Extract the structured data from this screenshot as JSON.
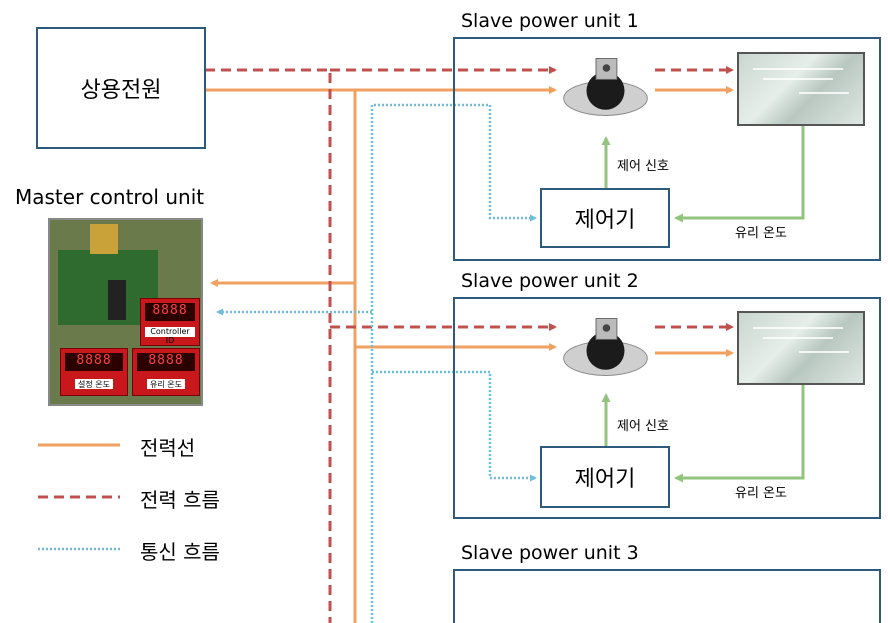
{
  "power_source": {
    "label": "상용전원"
  },
  "master": {
    "title": "Master control unit",
    "seg_top": "8888",
    "seg_controller_label": "Controller ID",
    "seg_left": "8888",
    "seg_right": "8888",
    "sticker_left": "설정 온도",
    "sticker_right": "유리 온도"
  },
  "units": [
    {
      "title": "Slave power unit 1",
      "controller": "제어기",
      "signal": "제어 신호",
      "glass_temp": "유리 온도"
    },
    {
      "title": "Slave power unit 2",
      "controller": "제어기",
      "signal": "제어 신호",
      "glass_temp": "유리 온도"
    },
    {
      "title": "Slave power unit 3"
    }
  ],
  "legend": [
    {
      "label": "전력선",
      "color": "#f0a060",
      "style": "solid"
    },
    {
      "label": "전력 흐름",
      "color": "#c0504d",
      "style": "dashed"
    },
    {
      "label": "통신 흐름",
      "color": "#6bbfd8",
      "style": "dotted"
    }
  ],
  "colors": {
    "power_line": "#f0a060",
    "power_flow": "#c0504d",
    "comm": "#6bbfd8",
    "control": "#93c47d",
    "border": "#2e5a7c"
  }
}
